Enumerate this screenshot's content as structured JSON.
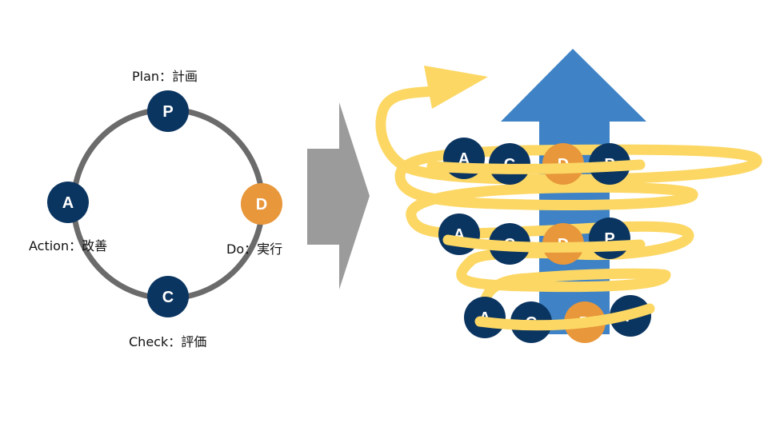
{
  "colors": {
    "node_dark": "#0b3561",
    "node_accent": "#e8973a",
    "ring": "#6b6b6b",
    "process_arrow": "#9b9b9b",
    "up_arrow": "#3f83c6",
    "spiral": "#fcd764",
    "label_text": "#111111"
  },
  "cycle": {
    "nodes": [
      {
        "letter": "P",
        "label": "Plan：計画",
        "color_key": "node_dark"
      },
      {
        "letter": "D",
        "label": "Do：実行",
        "color_key": "node_accent"
      },
      {
        "letter": "C",
        "label": "Check：評価",
        "color_key": "node_dark"
      },
      {
        "letter": "A",
        "label": "Action：改善",
        "color_key": "node_dark"
      }
    ]
  },
  "spiral_rows": [
    [
      {
        "letter": "A",
        "color_key": "node_dark"
      },
      {
        "letter": "C",
        "color_key": "node_dark"
      },
      {
        "letter": "D",
        "color_key": "node_accent"
      },
      {
        "letter": "P",
        "color_key": "node_dark"
      }
    ],
    [
      {
        "letter": "A",
        "color_key": "node_dark"
      },
      {
        "letter": "C",
        "color_key": "node_dark"
      },
      {
        "letter": "D",
        "color_key": "node_accent"
      },
      {
        "letter": "P",
        "color_key": "node_dark"
      }
    ],
    [
      {
        "letter": "A",
        "color_key": "node_dark"
      },
      {
        "letter": "C",
        "color_key": "node_dark"
      },
      {
        "letter": "D",
        "color_key": "node_accent"
      },
      {
        "letter": "P",
        "color_key": "node_dark"
      }
    ]
  ]
}
